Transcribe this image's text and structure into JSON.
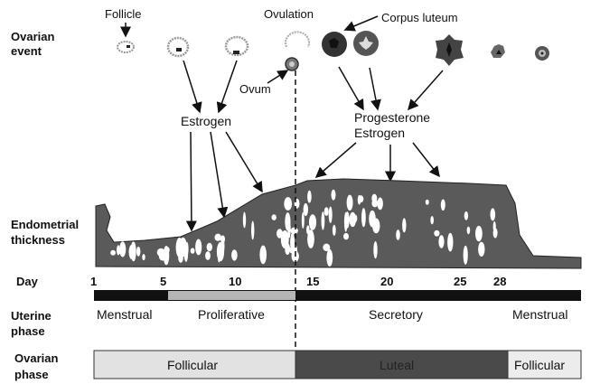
{
  "row_labels": {
    "ovarian_event": [
      "Ovarian",
      "event"
    ],
    "endometrial": [
      "Endometrial",
      "thickness"
    ],
    "day": "Day",
    "uterine_phase": [
      "Uterine",
      "phase"
    ],
    "ovarian_phase": [
      "Ovarian",
      "phase"
    ]
  },
  "annotations": {
    "follicle": "Follicle",
    "ovulation": "Ovulation",
    "corpus_luteum": "Corpus luteum",
    "ovum": "Ovum",
    "estrogen": "Estrogen",
    "progesterone": "Progesterone",
    "estrogen_2": "Estrogen"
  },
  "days": [
    "1",
    "5",
    "10",
    "15",
    "20",
    "25",
    "28"
  ],
  "uterine_phases": [
    "Menstrual",
    "Proliferative",
    "Secretory",
    "Menstrual"
  ],
  "ovarian_phases": [
    "Follicular",
    "Luteal",
    "Follicular"
  ],
  "colors": {
    "dark": "#111111",
    "tissue": "#5a5a5a",
    "prolif": "#b5b5b5",
    "follicular": "#e2e2e2",
    "luteal": "#4a4a4a"
  }
}
